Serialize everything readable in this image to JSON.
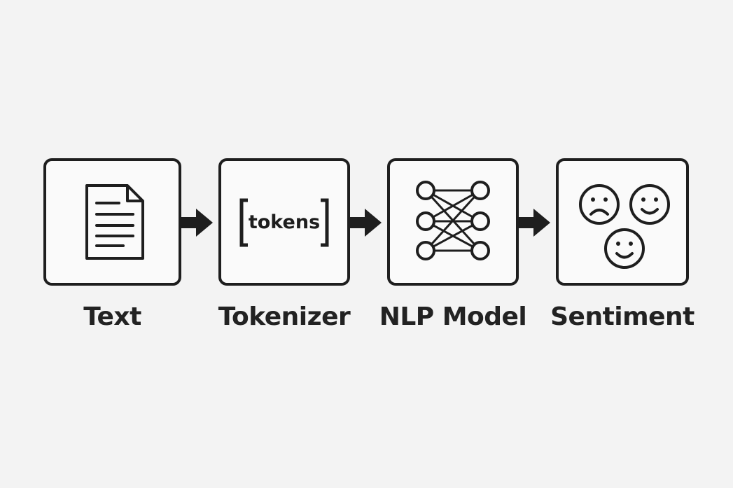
{
  "diagram": {
    "stages": [
      {
        "label": "Text",
        "icon": "document-icon"
      },
      {
        "label": "Tokenizer",
        "icon": "tokens-bracket-icon",
        "inner_text": "tokens"
      },
      {
        "label": "NLP Model",
        "icon": "neural-network-icon"
      },
      {
        "label": "Sentiment",
        "icon": "faces-icon"
      }
    ],
    "connector_icon": "arrow-right-icon",
    "colors": {
      "background": "#f3f3f3",
      "stroke": "#1e1e1e",
      "text": "#222222"
    }
  }
}
